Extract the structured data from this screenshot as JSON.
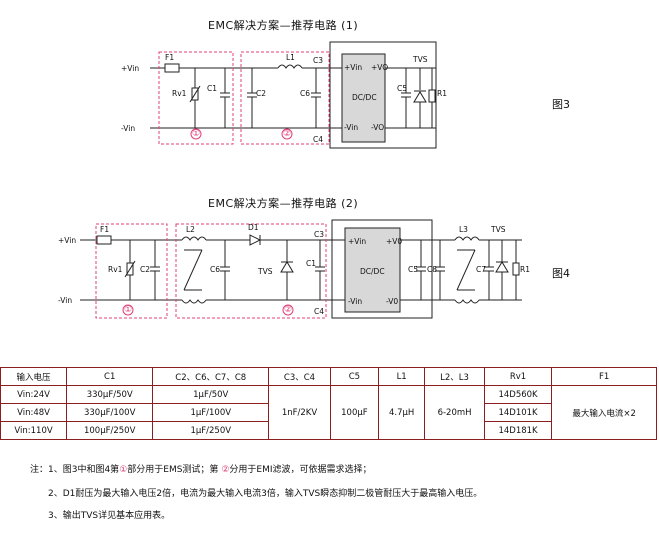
{
  "figure1": {
    "title": "EMC解决方案—推荐电路 (1)",
    "label": "图3",
    "input_pos": "+Vin",
    "input_neg": "-Vin",
    "fuse": "F1",
    "varistor": "Rv1",
    "cap_c1": "C1",
    "cap_c2": "C2",
    "inductor": "L1",
    "cap_c3": "C3",
    "cap_c4": "C4",
    "cap_c5": "C5",
    "cap_c6": "C6",
    "tvs": "TVS",
    "resistor": "R1",
    "module_vin_pos": "+Vin",
    "module_vin_neg": "-Vin",
    "module_vo_pos": "+VO",
    "module_vo_neg": "-VO",
    "module_name": "DC/DC",
    "section1": "①",
    "section2": "②"
  },
  "figure2": {
    "title": "EMC解决方案—推荐电路 (2)",
    "label": "图4",
    "input_pos": "+Vin",
    "input_neg": "-Vin",
    "fuse": "F1",
    "varistor": "Rv1",
    "cap_c1": "C1",
    "cap_c2": "C2",
    "cap_c3": "C3",
    "cap_c4": "C4",
    "cap_c5": "C5",
    "cap_c6": "C6",
    "cap_c7": "C7",
    "cap_c8": "C8",
    "inductor_l2": "L2",
    "inductor_l3": "L3",
    "diode": "D1",
    "tvs_in": "TVS",
    "tvs_out": "TVS",
    "resistor": "R1",
    "module_vin_pos": "+Vin",
    "module_vin_neg": "-Vin",
    "module_vo_pos": "+V0",
    "module_vo_neg": "-V0",
    "module_name": "DC/DC",
    "section1": "①",
    "section2": "②"
  },
  "table": {
    "headers": [
      "输入电压",
      "C1",
      "C2、C6、C7、C8",
      "C3、C4",
      "C5",
      "L1",
      "L2、L3",
      "Rv1",
      "F1"
    ],
    "rows": [
      {
        "voltage": "Vin:24V",
        "c1": "330μF/50V",
        "c2": "1μF/50V"
      },
      {
        "voltage": "Vin:48V",
        "c1": "330μF/100V",
        "c2": "1μF/100V"
      },
      {
        "voltage": "Vin:110V",
        "c1": "100μF/250V",
        "c2": "1μF/250V"
      }
    ],
    "c3c4": "1nF/2KV",
    "c5": "100μF",
    "l1": "4.7μH",
    "l2l3": "6-20mH",
    "rv1": [
      "14D560K",
      "14D101K",
      "14D181K"
    ],
    "f1": "最大输入电流×2"
  },
  "notes": {
    "n1_a": "注：1、图3中和图4第",
    "n1_circ1": "①",
    "n1_b": "部分用于EMS测试；第",
    "n1_circ2": "②",
    "n1_c": "分用于EMI滤波，可依据需求选择；",
    "n2": "2、D1耐压为最大输入电压2倍，电流为最大输入电流3倍，输入TVS瞬态抑制二极管耐压大于最高输入电压。",
    "n3": "3、输出TVS详见基本应用表。"
  }
}
